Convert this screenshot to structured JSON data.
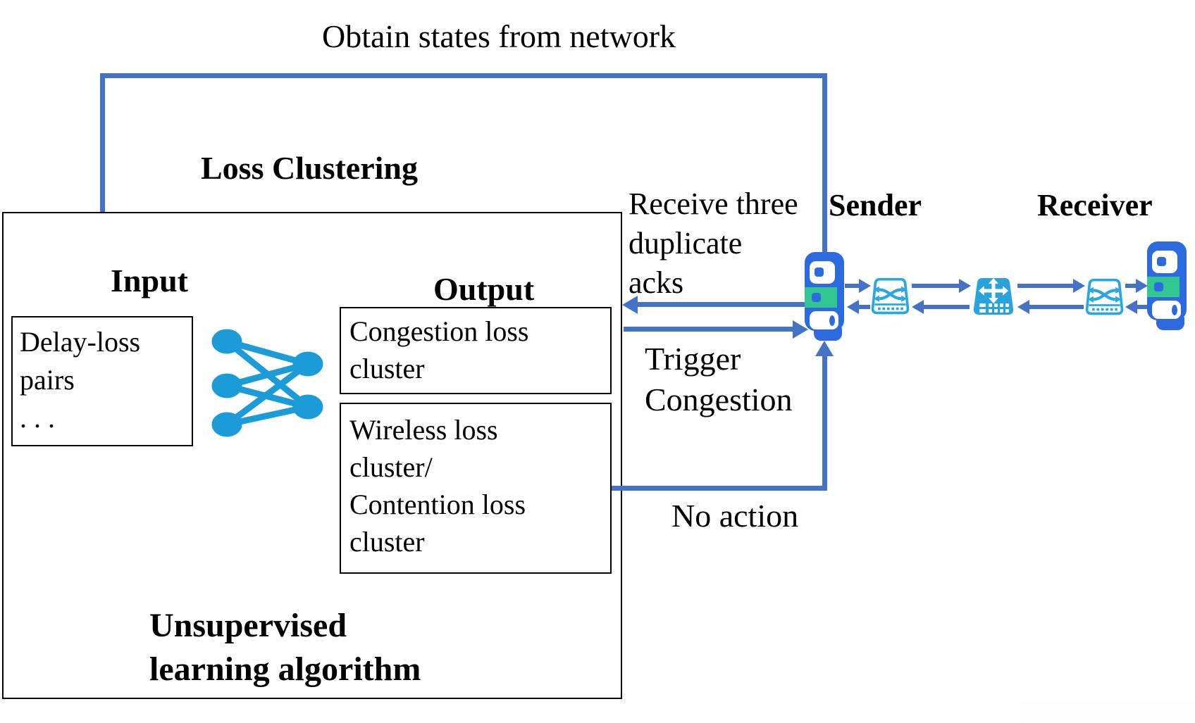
{
  "colors": {
    "line": "#4472C4",
    "node": "#1B9BD8",
    "server": "#2D6AE0",
    "green": "#31C692",
    "switch": "#2AA7DF",
    "router": "#29A3DC"
  },
  "title": "Obtain states from network",
  "clustering": {
    "heading": "Loss Clustering",
    "input_label": "Input",
    "output_label": "Output",
    "input_box": {
      "line1": "Delay-loss",
      "line2": "pairs",
      "line3": ". . ."
    },
    "congestion_box": {
      "line1": "Congestion loss",
      "line2": "cluster"
    },
    "wireless_box": {
      "line1": "Wireless loss",
      "line2": "cluster/",
      "line3": "Contention loss",
      "line4": "cluster"
    },
    "algorithm": {
      "line1": "Unsupervised",
      "line2": "learning algorithm"
    }
  },
  "annotations": {
    "receive_acks": {
      "line1": "Receive three",
      "line2": "duplicate",
      "line3": "acks"
    },
    "trigger": {
      "line1": "Trigger",
      "line2": "Congestion"
    },
    "no_action": "No action"
  },
  "network": {
    "sender_label": "Sender",
    "receiver_label": "Receiver"
  }
}
